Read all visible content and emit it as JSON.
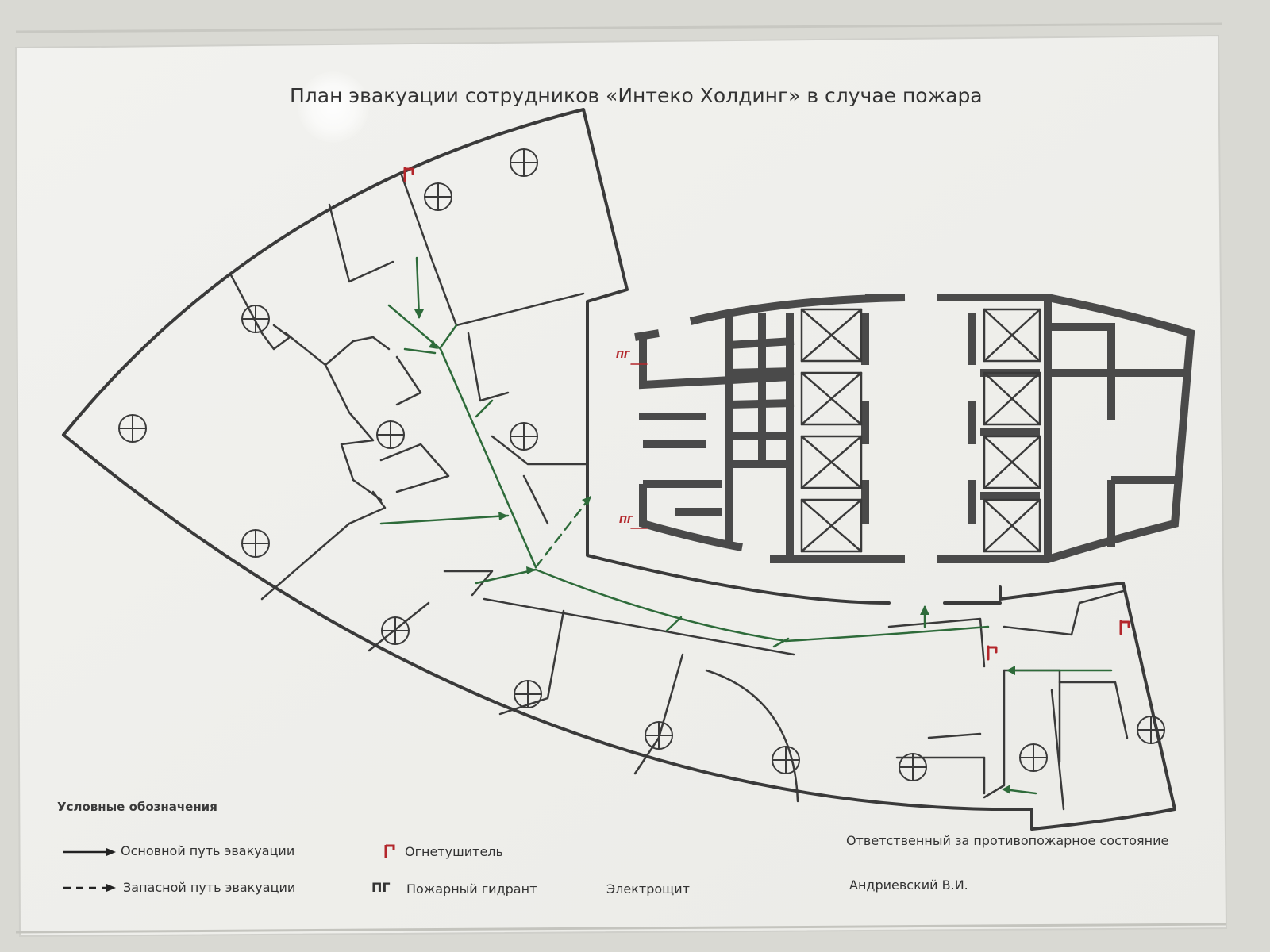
{
  "title": "План эвакуации сотрудников «Интеко Холдинг» в случае пожара",
  "legend": {
    "heading": "Условные обозначения",
    "main_route": "Основной путь эвакуации",
    "reserve_route": "Запасной путь эвакуации",
    "extinguisher": "Огнетушитель",
    "hydrant_code": "ПГ",
    "hydrant": "Пожарный гидрант",
    "panel": "Электрощит"
  },
  "responsible": {
    "label": "Ответственный за противопожарное состояние",
    "name": "Андриевский В.И."
  },
  "map_labels": {
    "hydrant_1": "ПГ",
    "hydrant_2": "ПГ"
  },
  "colors": {
    "route": "#2e6b3a",
    "extinguisher": "#b3262b",
    "walls": "#3a3a3a",
    "paper": "#f4f4f1"
  },
  "icons": [
    "fire-extinguisher-icon",
    "ceiling-fixture-icon",
    "elevator-shaft-icon"
  ]
}
